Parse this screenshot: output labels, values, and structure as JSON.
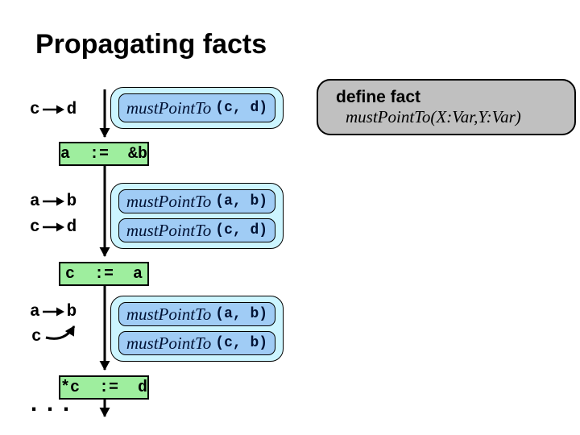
{
  "title": "Propagating facts",
  "define_box": {
    "keyword": "define fact",
    "signature": "mustPointTo(X:Var,Y:Var)"
  },
  "pointer_labels": [
    {
      "from": "c",
      "to": "d"
    },
    {
      "from": "a",
      "to": "b"
    },
    {
      "from": "c",
      "to": "d"
    },
    {
      "from": "a",
      "to": "b"
    },
    {
      "from": "c",
      "to": ""
    }
  ],
  "statements": [
    {
      "code": "a  :=  &b"
    },
    {
      "code": "c  :=  a"
    },
    {
      "code": "*c  :=  d"
    }
  ],
  "fact_groups": [
    {
      "facts": [
        {
          "predicate": "mustPointTo",
          "args": "(c, d)"
        }
      ]
    },
    {
      "facts": [
        {
          "predicate": "mustPointTo",
          "args": "(a, b)"
        },
        {
          "predicate": "mustPointTo",
          "args": "(c, d)"
        }
      ]
    },
    {
      "facts": [
        {
          "predicate": "mustPointTo",
          "args": "(a, b)"
        },
        {
          "predicate": "mustPointTo",
          "args": "(c, b)"
        }
      ]
    }
  ],
  "ellipsis": "...",
  "colors": {
    "statement_fill": "#9EEE9E",
    "fact_outer_fill": "#CCF5FF",
    "fact_inner_fill": "#A0CCF5",
    "fact_text": "#001133",
    "define_fill": "#C0C0C0",
    "arrow_color": "#000000"
  }
}
